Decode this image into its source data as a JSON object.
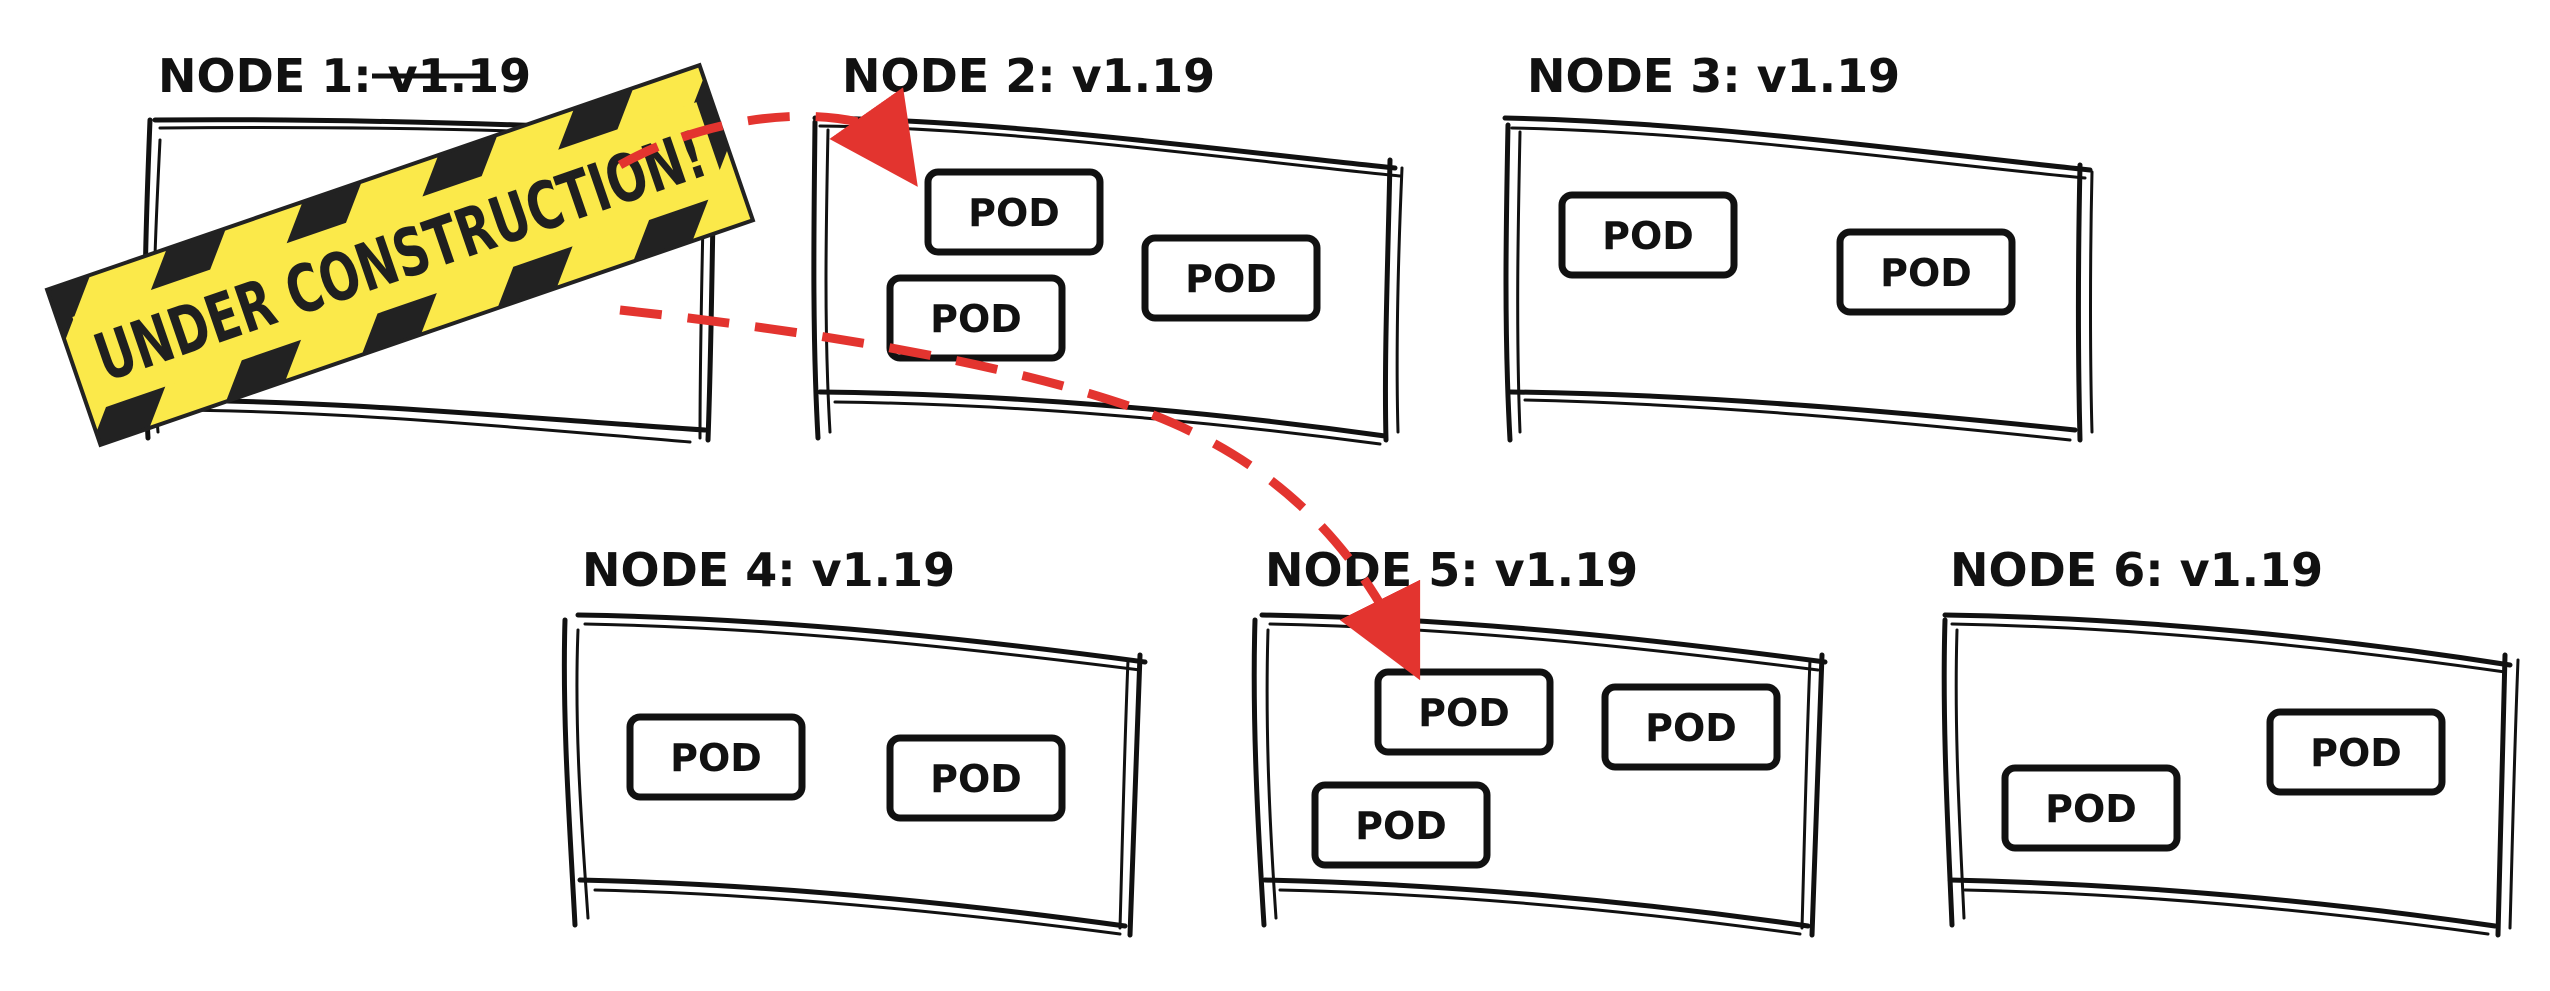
{
  "nodes": [
    {
      "title": "NODE 1: ",
      "version": "v1.19",
      "version_struck": true,
      "pods": []
    },
    {
      "title": "NODE 2: ",
      "version": "v1.19",
      "version_struck": false,
      "pods": [
        "POD",
        "POD",
        "POD"
      ]
    },
    {
      "title": "NODE 3: ",
      "version": "v1.19",
      "version_struck": false,
      "pods": [
        "POD",
        "POD"
      ]
    },
    {
      "title": "NODE 4: ",
      "version": "v1.19",
      "version_struck": false,
      "pods": [
        "POD",
        "POD"
      ]
    },
    {
      "title": "NODE 5: ",
      "version": "v1.19",
      "version_struck": false,
      "pods": [
        "POD",
        "POD",
        "POD"
      ]
    },
    {
      "title": "NODE 6: ",
      "version": "v1.19",
      "version_struck": false,
      "pods": [
        "POD",
        "POD"
      ]
    }
  ],
  "banner": {
    "text": "UNDER CONSTRUCTION!",
    "stripe_color": "#fbe94a",
    "dark_color": "#222222"
  },
  "migrations": [
    {
      "from": "NODE 1",
      "to": "NODE 2"
    },
    {
      "from": "NODE 1",
      "to": "NODE 5"
    }
  ],
  "colors": {
    "ink": "#111111",
    "arrow": "#e3342f",
    "background": "#ffffff"
  }
}
